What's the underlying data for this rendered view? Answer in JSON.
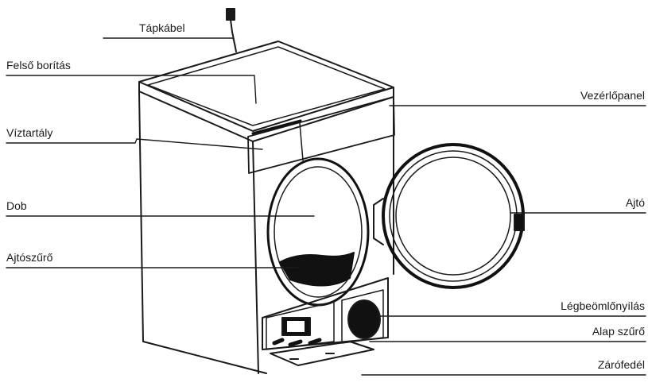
{
  "labels": {
    "power_cable": "Tápkábel",
    "top_cover": "Felső borítás",
    "water_tank": "Víztartály",
    "drum": "Dob",
    "door_filter": "Ajtószűrő",
    "control_panel": "Vezérlőpanel",
    "door": "Ajtó",
    "air_inlet": "Légbeömlőnyílás",
    "base_filter": "Alap szűrő",
    "closing_cover": "Zárófedél"
  },
  "colors": {
    "ink": "#1a1a1a",
    "dark": "#111111",
    "background": "#ffffff"
  }
}
